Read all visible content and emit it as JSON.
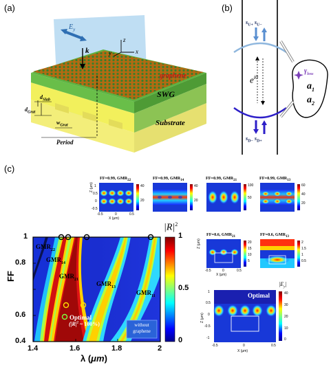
{
  "panel_labels": {
    "a": "(a)",
    "b": "(b)",
    "c": "(c)"
  },
  "panel_a": {
    "e_field": "E",
    "e_sub": "y",
    "k": "k",
    "axis_x": "x",
    "axis_y": "y",
    "axis_z": "z",
    "graphene": "graphene",
    "swg": "SWG",
    "substrate": "Substrate",
    "d_slab": "d",
    "d_slab_sub": "Slab",
    "d_grat": "d",
    "d_grat_sub": "Grat",
    "w_grat": "w",
    "w_grat_sub": "Grat",
    "period": "Period"
  },
  "panel_b": {
    "s_up_top": "s",
    "s_up_top_sub": "U+",
    "s_um_top": "s",
    "s_um_top_sub": "U−",
    "s_dm_bot": "s",
    "s_dm_bot_sub": "D−",
    "s_dp_bot": "s",
    "s_dp_bot_sub": "D+",
    "phase": "e",
    "phase_sup": "iθ",
    "gamma": "γ",
    "gamma_sub": "loss",
    "a1": "a",
    "a1_sub": "1",
    "a2": "a",
    "a2_sub": "2"
  },
  "main_map": {
    "ylabel": "FF",
    "xlabel_pre": "λ (",
    "xlabel_unit": "μm",
    "xlabel_post": ")",
    "xticks": [
      "1.4",
      "1.6",
      "1.8",
      "2"
    ],
    "yticks": [
      "1",
      "0.8",
      "0.6",
      "0.4"
    ],
    "colorbar_title": "|R|",
    "colorbar_title_sup": "2",
    "colorbar_ticks": [
      "1",
      "0.5",
      "0"
    ],
    "modes": [
      "GMR",
      "GMR",
      "GMR",
      "GMR",
      "GMR"
    ],
    "mode_subs": [
      "22",
      "14",
      "21",
      "13",
      "11"
    ],
    "optimal": "Optimal",
    "optimal_note": "(|R|",
    "optimal_note_sup": "2",
    "optimal_note_tail": " ~ 100%)",
    "without_graphene": "without graphene"
  },
  "field_maps": {
    "titles": [
      "FF=0.99, GMR",
      "FF=0.99, GMR",
      "FF=0.99, GMR",
      "FF=0.99, GMR",
      "FF=0.6, GMR",
      "FF=0.6, GMR"
    ],
    "title_subs": [
      "22",
      "14",
      "21",
      "13",
      "21",
      "13"
    ],
    "cbar_ticks": [
      [
        "40",
        "20"
      ],
      [
        "40",
        "20"
      ],
      [
        "100",
        "50"
      ],
      [
        "60",
        "40",
        "20"
      ],
      [
        "20",
        "15",
        "10",
        "5"
      ],
      [
        "2",
        "1.5",
        "1",
        "0.5"
      ]
    ],
    "zlabel": "Z (μm)",
    "xlabel": "X (μm)",
    "xticks": [
      "-0.5",
      "0",
      "0.5"
    ],
    "zticks": [
      "1",
      "0.5",
      "0",
      "-0.5"
    ],
    "optimal_title": "Optimal",
    "optimal_cbar_title": "|E",
    "optimal_cbar_title_sub": "y",
    "optimal_cbar_title_tail": "|",
    "optimal_cbar_ticks": [
      "40",
      "30",
      "20",
      "10",
      "0"
    ],
    "optimal_zticks": [
      "1",
      "0.5",
      "0",
      "-0.5",
      "-1"
    ]
  }
}
